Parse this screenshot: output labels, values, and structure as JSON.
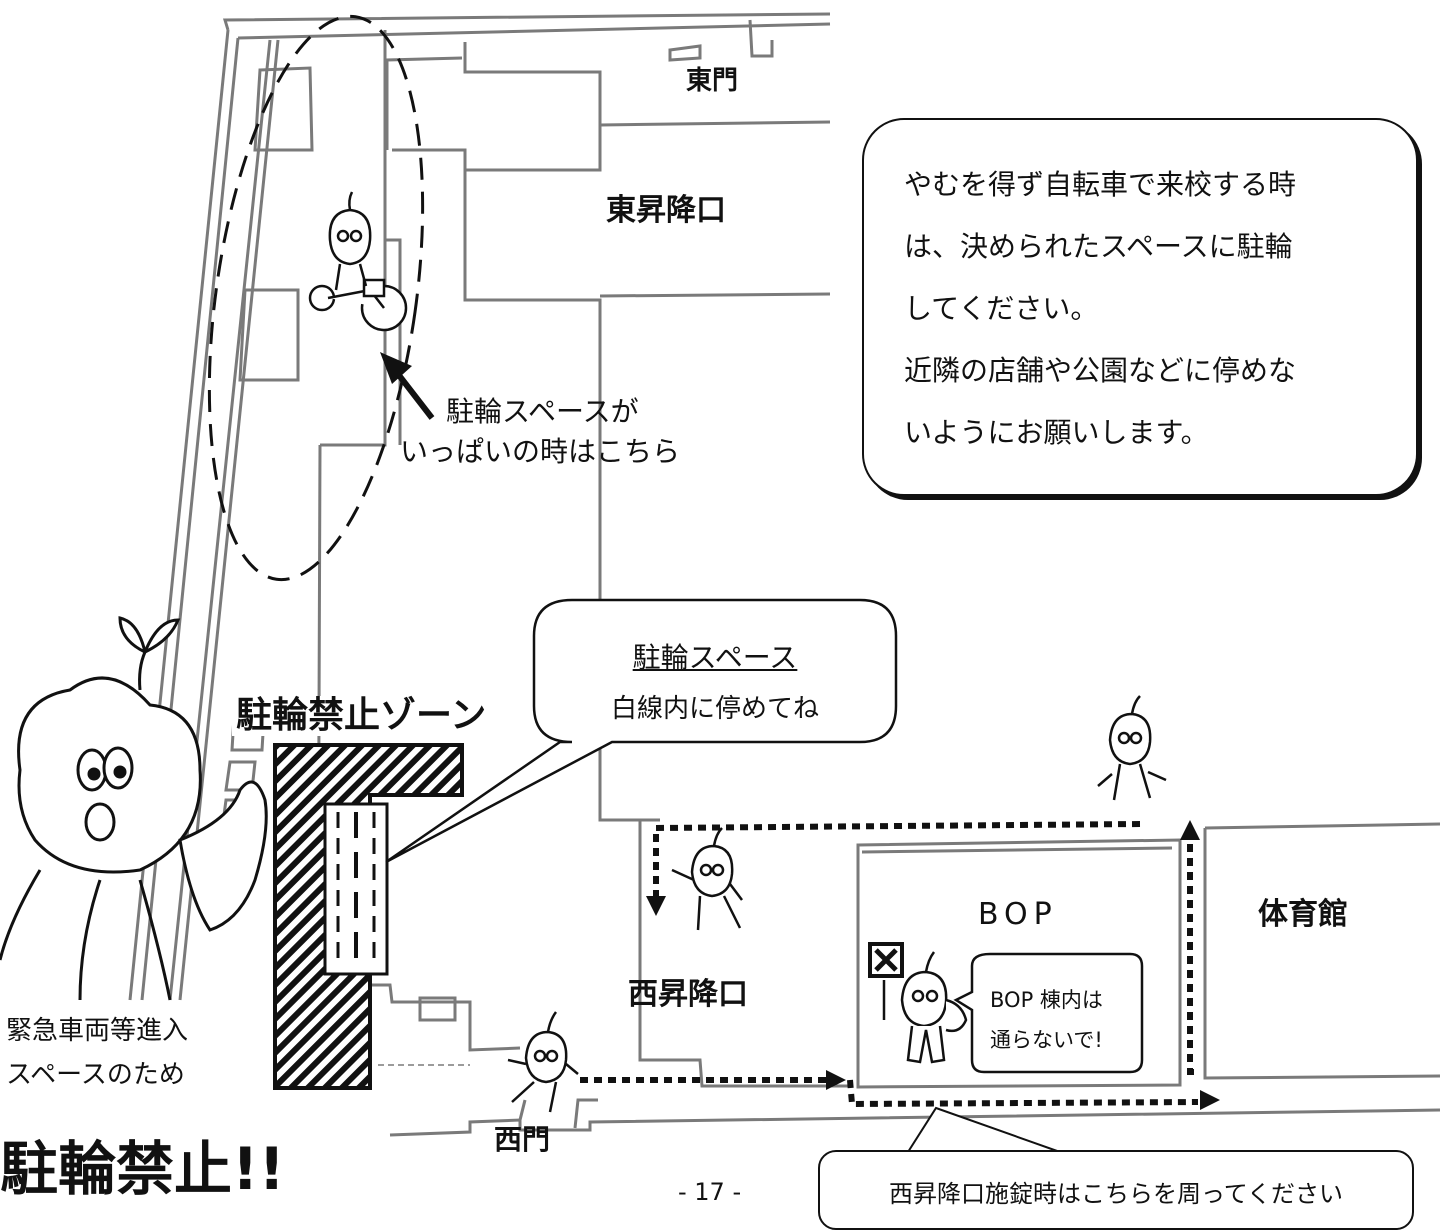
{
  "labels": {
    "east_gate": "東門",
    "east_entrance": "東昇降口",
    "west_entrance": "西昇降口",
    "west_gate": "西門",
    "bop": "BOP",
    "gym": "体育館",
    "no_parking_zone": "駐輪禁止ゾーン",
    "full_note_line1": "駐輪スペースが",
    "full_note_line2": "いっぱいの時はこちら"
  },
  "notice": {
    "lines": [
      "やむを得ず自転車で来校する時",
      "は、決められたスペースに駐輪",
      "してください。",
      "近隣の店舗や公園などに停めな",
      "いようにお願いします。"
    ]
  },
  "parking_bubble": {
    "title": "駐輪スペース",
    "subtitle": "白線内に停めてね"
  },
  "bop_bubble": {
    "line1": "BOP 棟内は",
    "line2": "通らないで!"
  },
  "emergency_note": {
    "line1": "緊急車両等進入",
    "line2": "スペースのため"
  },
  "no_parking_big": "駐輪禁止!!",
  "detour_note": "西昇降口施錠時はこちらを周ってください",
  "page_number": "- 17 -",
  "colors": {
    "ink": "#111111",
    "wall": "#7a7a7a",
    "paper": "#ffffff"
  }
}
